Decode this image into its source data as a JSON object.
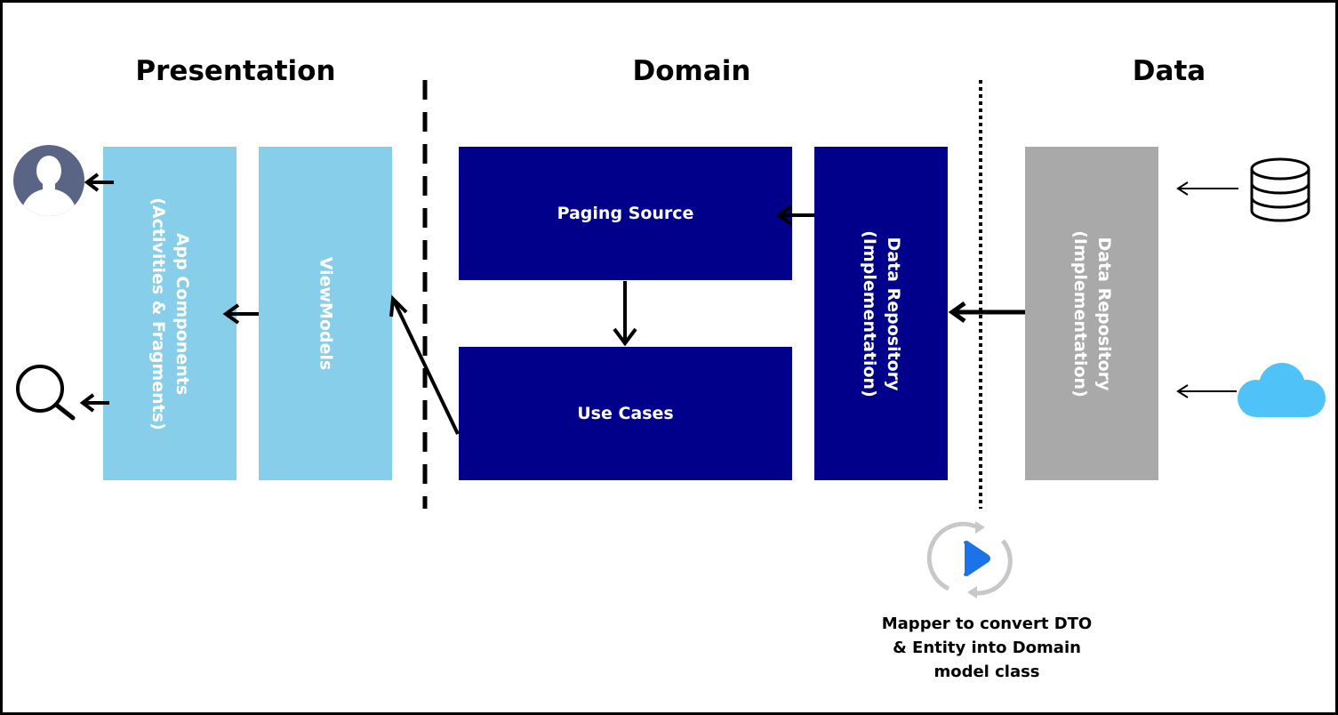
{
  "layers": {
    "presentation": "Presentation",
    "domain": "Domain",
    "data": "Data"
  },
  "boxes": {
    "app_components": {
      "line1": "App Components",
      "line2": "(Activities & Fragments)"
    },
    "viewmodels": "ViewModels",
    "paging_source": "Paging Source",
    "use_cases": "Use Cases",
    "domain_repo": {
      "line1": "Data Repository",
      "line2": "(Implementation)"
    },
    "data_repo": {
      "line1": "Data Repository",
      "line2": "(Implementation)"
    }
  },
  "mapper": {
    "line1": "Mapper to convert DTO",
    "line2": "& Entity into Domain",
    "line3": "model class"
  },
  "colors": {
    "presentation_box": "#87ceeb",
    "domain_box": "#00008b",
    "data_box": "#a9a9a9",
    "cloud": "#4fc3f7",
    "avatar": "#5a6484",
    "mapper_play": "#1a73e8"
  },
  "icons": [
    "user-avatar-icon",
    "search-icon",
    "database-icon",
    "cloud-icon",
    "sync-play-icon"
  ]
}
